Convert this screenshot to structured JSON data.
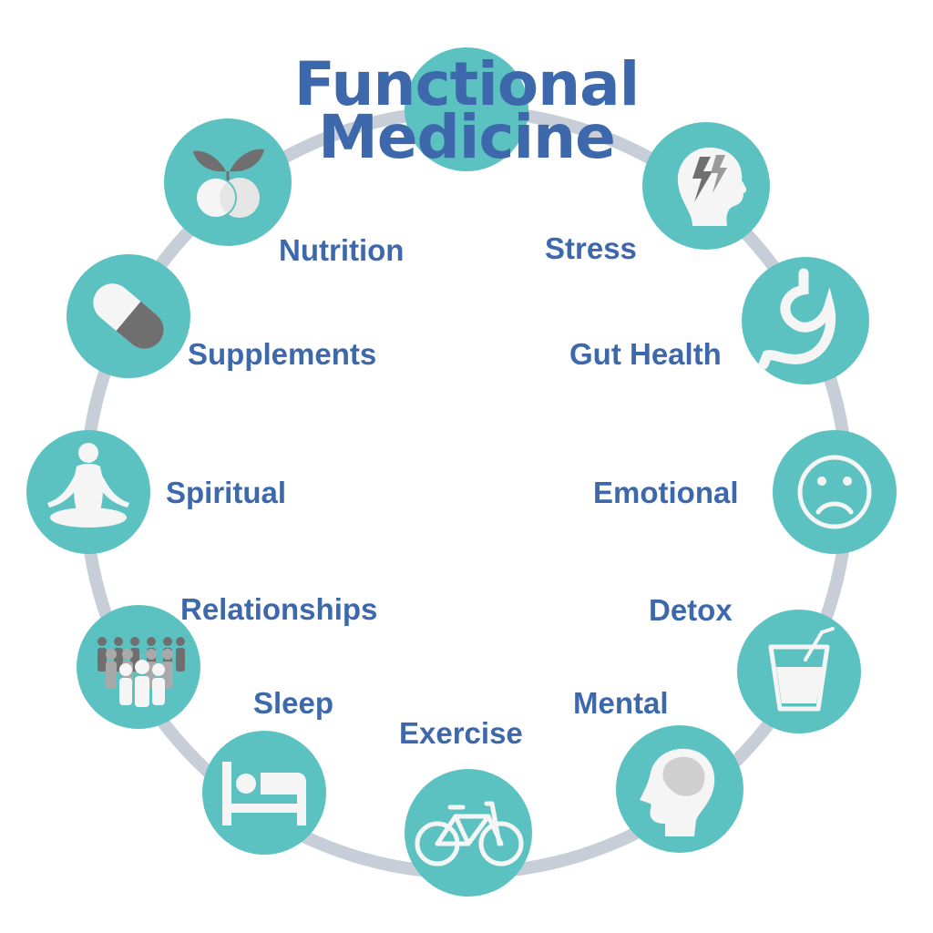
{
  "title": {
    "line1": "Functional",
    "line2": "Medicine"
  },
  "colors": {
    "teal": "#5cc2c1",
    "ring": "#c7ced8",
    "text": "#3d68ac",
    "icon_white": "#f5f5f5",
    "icon_gray": "#6f6f6f",
    "icon_light": "#d2d2d2"
  },
  "nodes": [
    {
      "id": "nutrition",
      "label": "Nutrition",
      "icon": "fruit-icon"
    },
    {
      "id": "stress",
      "label": "Stress",
      "icon": "stressed-head-icon"
    },
    {
      "id": "supplements",
      "label": "Supplements",
      "icon": "capsule-icon"
    },
    {
      "id": "gut-health",
      "label": "Gut Health",
      "icon": "stomach-icon"
    },
    {
      "id": "spiritual",
      "label": "Spiritual",
      "icon": "meditation-icon"
    },
    {
      "id": "emotional",
      "label": "Emotional",
      "icon": "sad-face-icon"
    },
    {
      "id": "relationships",
      "label": "Relationships",
      "icon": "people-group-icon"
    },
    {
      "id": "detox",
      "label": "Detox",
      "icon": "drink-glass-icon"
    },
    {
      "id": "sleep",
      "label": "Sleep",
      "icon": "bed-icon"
    },
    {
      "id": "mental",
      "label": "Mental",
      "icon": "head-brain-icon"
    },
    {
      "id": "exercise",
      "label": "Exercise",
      "icon": "bicycle-icon"
    }
  ]
}
